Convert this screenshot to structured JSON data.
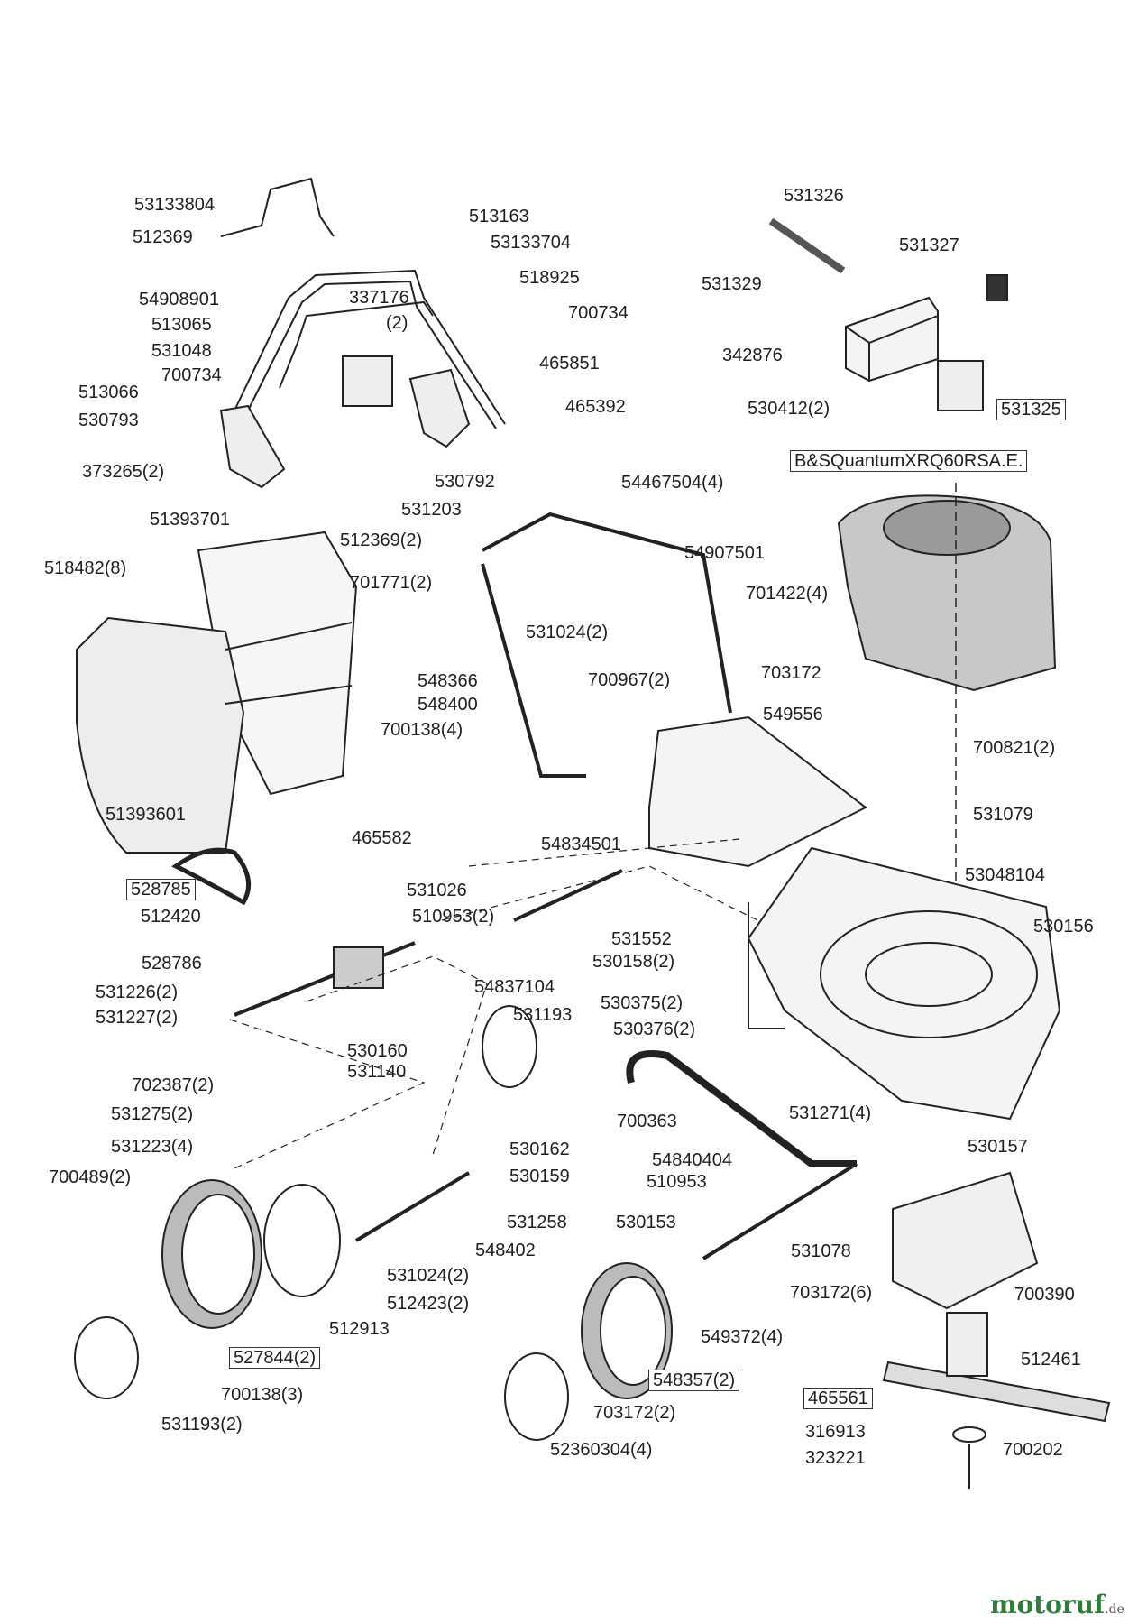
{
  "diagram": {
    "labels": [
      "53133804",
      "512369",
      "513163",
      "53133704",
      "518925",
      "54908901",
      "337176",
      "(2)",
      "700734",
      "513065",
      "531048",
      "700734",
      "465851",
      "513066",
      "465392",
      "530793",
      "373265(2)",
      "530792",
      "531326",
      "531329",
      "531327",
      "342876",
      "530412(2)",
      "531325",
      "B&SQuantumXRQ60RSA.E.",
      "531203",
      "54467504(4)",
      "51393701",
      "512369(2)",
      "54907501",
      "518482(8)",
      "701771(2)",
      "701422(4)",
      "531024(2)",
      "703172",
      "700967(2)",
      "548366",
      "548400",
      "549556",
      "700138(4)",
      "700821(2)",
      "531079",
      "51393601",
      "465582",
      "54834501",
      "53048104",
      "528785",
      "531026",
      "512420",
      "510953(2)",
      "530156",
      "531552",
      "530158(2)",
      "528786",
      "54837104",
      "531226(2)",
      "530375(2)",
      "531193",
      "531227(2)",
      "530376(2)",
      "530160",
      "531140",
      "702387(2)",
      "531271(4)",
      "700363",
      "531275(2)",
      "530162",
      "530157",
      "531223(4)",
      "54840404",
      "530159",
      "700489(2)",
      "510953",
      "531258",
      "530153",
      "548402",
      "531078",
      "531024(2)",
      "703172(6)",
      "700390",
      "512423(2)",
      "512913",
      "549372(4)",
      "527844(2)",
      "512461",
      "548357(2)",
      "465561",
      "700138(3)",
      "316913",
      "703172(2)",
      "531193(2)",
      "700202",
      "52360304(4)",
      "323221"
    ],
    "boxed_labels": [
      "531325",
      "B&SQuantumXRQ60RSA.E.",
      "528785",
      "527844(2)",
      "548357(2)",
      "465561"
    ]
  },
  "watermark": {
    "brand": "motoruf",
    "suffix": ".de"
  }
}
